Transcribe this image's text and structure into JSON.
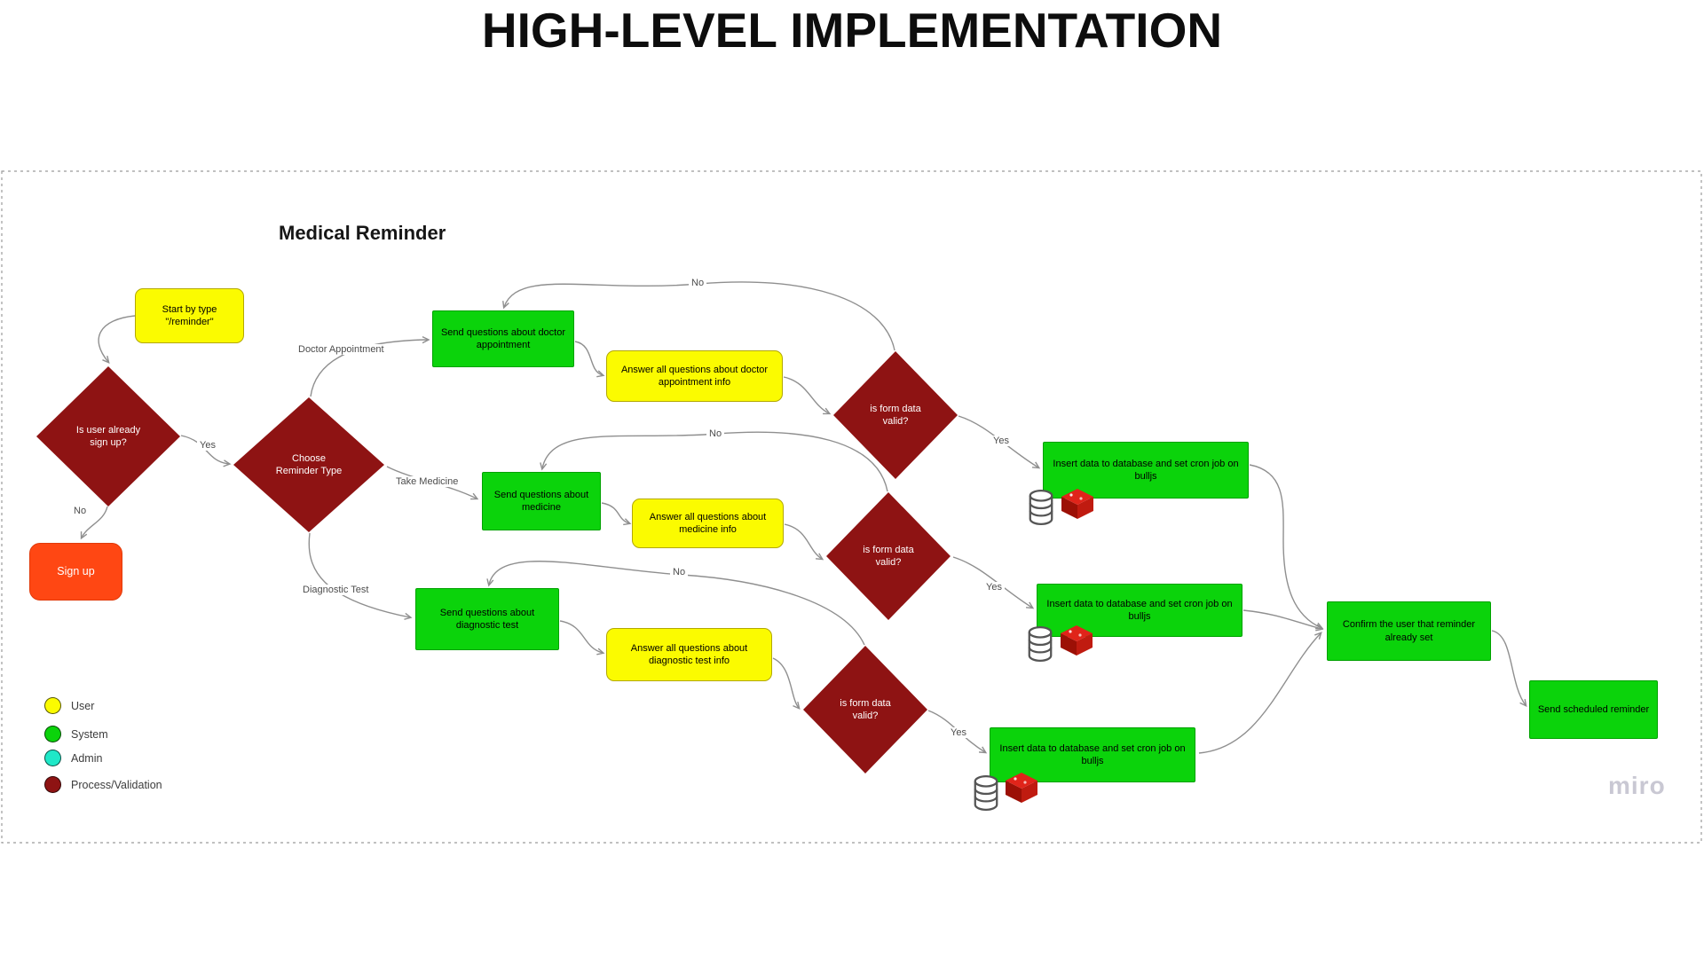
{
  "title": "HIGH-LEVEL IMPLEMENTATION",
  "diagram": {
    "heading": "Medical Reminder",
    "watermark": "miro"
  },
  "nodes": {
    "start": "Start by type \"/reminder\"",
    "is_signed_up": "Is user already sign up?",
    "sign_up": "Sign up",
    "choose_type": "Choose Reminder Type",
    "send_q_doctor": "Send questions about doctor appointment",
    "answer_doctor": "Answer all questions about doctor appointment info",
    "valid_doctor": "is form data valid?",
    "insert_doctor": "Insert data to database and set cron job on bulljs",
    "send_q_medicine": "Send questions about medicine",
    "answer_medicine": "Answer all questions about medicine info",
    "valid_medicine": "is form data valid?",
    "insert_medicine": "Insert data to database and set cron job on bulljs",
    "send_q_diagnostic": "Send questions about diagnostic test",
    "answer_diagnostic": "Answer all questions about diagnostic test info",
    "valid_diagnostic": "is form data valid?",
    "insert_diagnostic": "Insert data to database and set cron job on bulljs",
    "confirm": "Confirm the user that reminder already set",
    "send_scheduled": "Send scheduled reminder"
  },
  "edge_labels": {
    "yes": "Yes",
    "no": "No",
    "doctor": "Doctor Appointment",
    "medicine": "Take Medicine",
    "diagnostic": "Diagnostic Test"
  },
  "legend": {
    "items": [
      {
        "label": "User",
        "color": "#fbfb00"
      },
      {
        "label": "System",
        "color": "#0bd30b"
      },
      {
        "label": "Admin",
        "color": "#1fe8c8"
      },
      {
        "label": "Process/Validation",
        "color": "#8e1313"
      }
    ]
  },
  "colors": {
    "user_yellow": "#fbfb00",
    "system_green": "#0bd30b",
    "admin_cyan": "#1fe8c8",
    "process_red": "#8e1313",
    "signup_orange": "#ff4713",
    "connector_gray": "#8f8f8f",
    "watermark_gray": "#c9c8d3"
  },
  "icons": {
    "database": "database-icon",
    "redis": "redis-icon"
  }
}
